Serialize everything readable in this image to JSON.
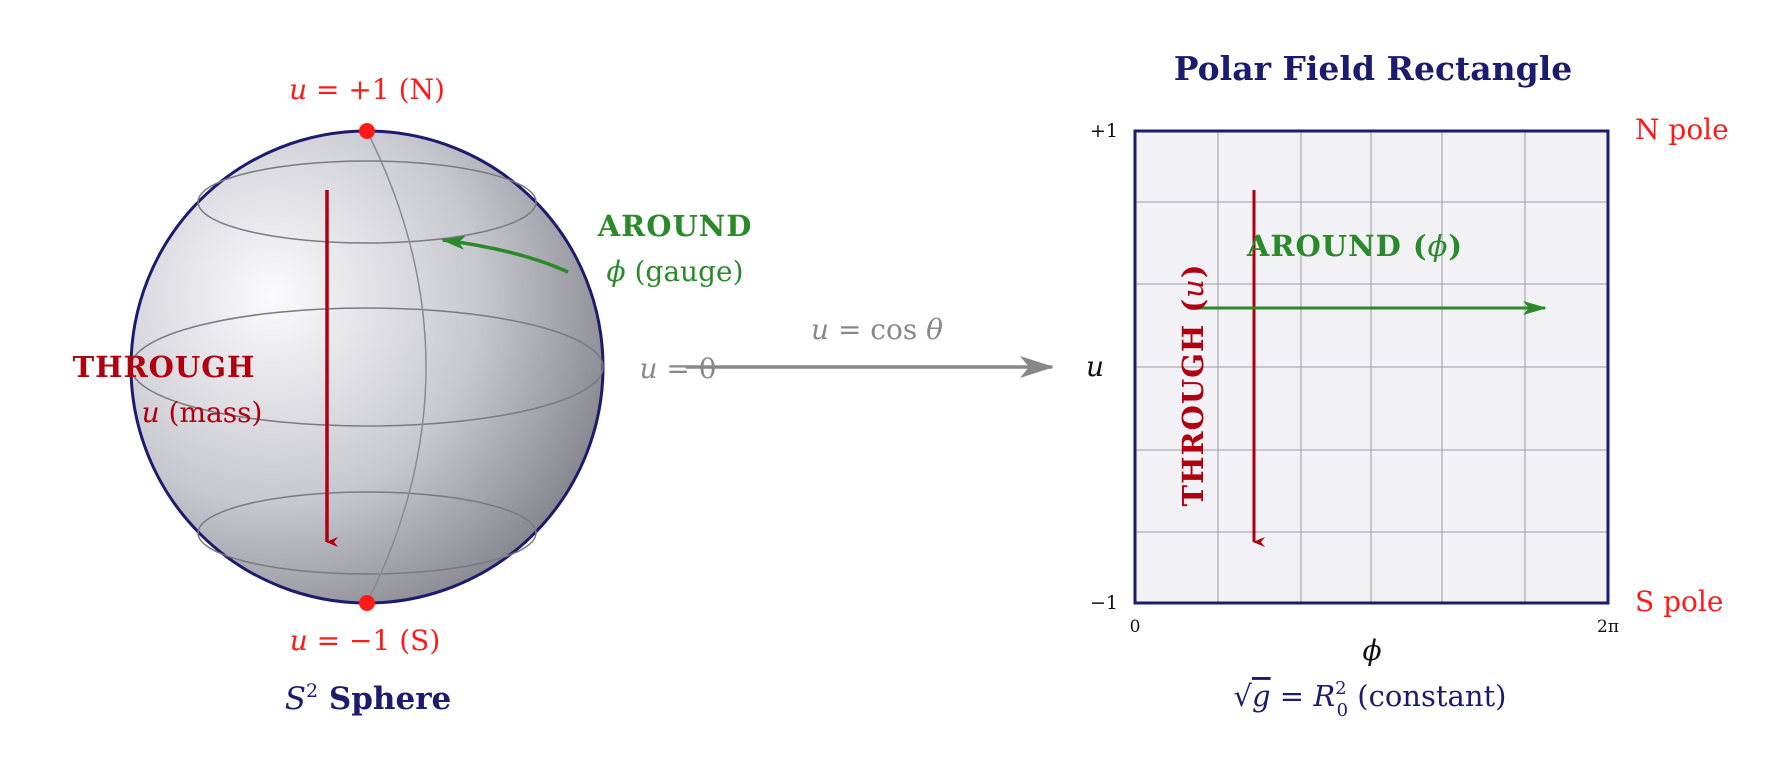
{
  "colors": {
    "navy": "#1c1c6e",
    "red": "#ff1a1a",
    "darkred": "#b00010",
    "green": "#2a8a2a",
    "gray": "#888888",
    "rect_fill": "#f1f1f6"
  },
  "sphere": {
    "north_label": {
      "var": "u",
      "rest": " = +1 (N)"
    },
    "south_label": {
      "var": "u",
      "rest": " = −1 (S)"
    },
    "equator_label": {
      "var": "u",
      "rest": " = 0"
    },
    "around_title": "AROUND",
    "around_var": "ϕ",
    "around_sub": " (gauge)",
    "through_title": "THROUGH",
    "through_var": "u",
    "through_sub": " (mass)",
    "caption_symbol": "S",
    "caption_sup": "2",
    "caption_text": " Sphere"
  },
  "mapping": {
    "var": "u",
    "rest": " = cos ",
    "theta": "θ"
  },
  "rectangle": {
    "title": "Polar Field Rectangle",
    "y_top_tick": "+1",
    "y_bottom_tick": "−1",
    "x_left_tick": "0",
    "x_right_tick": "2π",
    "y_axis_label": "u",
    "x_axis_label": "ϕ",
    "north_label": "N pole",
    "south_label": "S pole",
    "around_label": "AROUND (",
    "around_var": "ϕ",
    "around_close": ")",
    "through_label": "THROUGH (",
    "through_var": "u",
    "through_close": ")",
    "caption_sqrt": "√",
    "caption_g": "g",
    "caption_eq": " = ",
    "caption_R": "R",
    "caption_sup": "2",
    "caption_sub": "0",
    "caption_rest": " (constant)"
  }
}
